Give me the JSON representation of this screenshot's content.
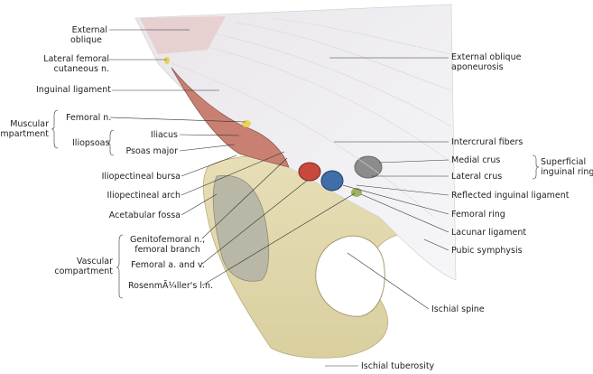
{
  "left_labels": {
    "external_oblique": [
      "External",
      "oblique"
    ],
    "lateral_femoral_cutaneous": [
      "Lateral femoral",
      "cutaneous n."
    ],
    "inguinal_ligament": "Inguinal ligament",
    "muscular_compartment": [
      "Muscular",
      "compartment"
    ],
    "femoral_n": "Femoral n.",
    "iliopsoas": "Iliopsoas",
    "iliacus": "Iliacus",
    "psoas_major": "Psoas major",
    "iliopectineal_bursa": "Iliopectineal bursa",
    "iliopectineal_arch": "Iliopectineal arch",
    "acetabular_fossa": "Acetabular fossa",
    "vascular_compartment": [
      "Vascular",
      "compartment"
    ],
    "genitofemoral": [
      "Genitofemoral n.,",
      "femoral branch"
    ],
    "femoral_a_v": "Femoral a. and v.",
    "rosenmuller": "RosenmÃ¼ller's l.n."
  },
  "right_labels": {
    "ext_oblique_aponeurosis": [
      "External oblique",
      "aponeurosis"
    ],
    "intercrural_fibers": "Intercrural fibers",
    "medial_crus": "Medial crus",
    "lateral_crus": "Lateral crus",
    "superficial_inguinal_ring": [
      "Superficial",
      "inguinal ring"
    ],
    "reflected_inguinal_ligament": "Reflected inguinal ligament",
    "femoral_ring": "Femoral ring",
    "lacunar_ligament": "Lacunar ligament",
    "pubic_symphysis": "Pubic symphysis",
    "ischial_spine": "Ischial spine",
    "ischial_tuberosity": "Ischial tuberosity"
  }
}
